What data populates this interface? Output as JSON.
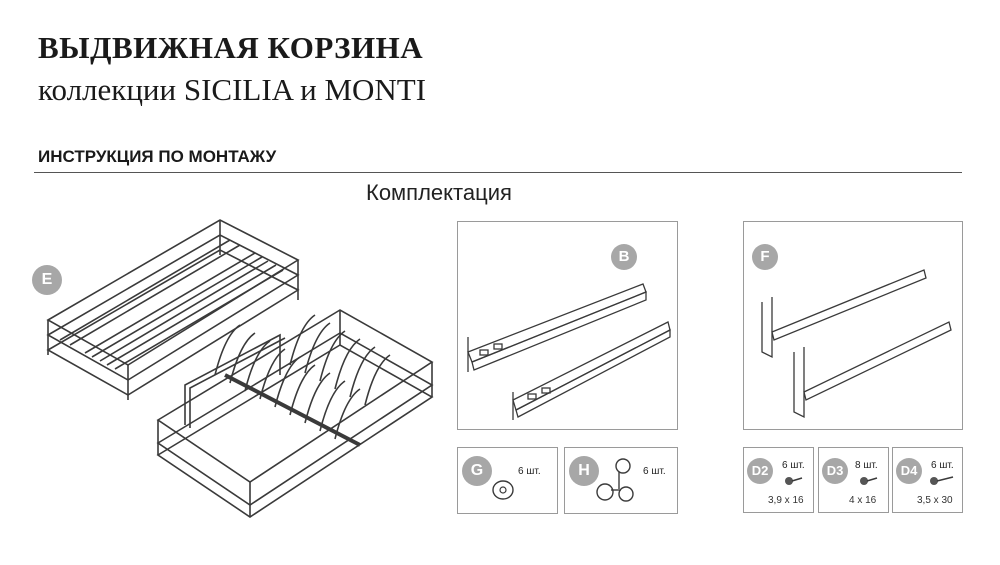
{
  "header": {
    "title": "ВЫДВИЖНАЯ КОРЗИНА",
    "subtitle": "коллекции SICILIA и MONTI",
    "section": "ИНСТРУКЦИЯ ПО МОНТАЖУ",
    "kit_heading": "Комплектация"
  },
  "parts": {
    "E": {
      "label": "E"
    },
    "B": {
      "label": "B"
    },
    "F": {
      "label": "F"
    },
    "G": {
      "label": "G",
      "qty": "6 шт."
    },
    "H": {
      "label": "H",
      "qty": "6 шт."
    },
    "D2": {
      "label": "D2",
      "qty": "6 шт.",
      "size": "3,9 x 16"
    },
    "D3": {
      "label": "D3",
      "qty": "8 шт.",
      "size": "4 x 16"
    },
    "D4": {
      "label": "D4",
      "qty": "6 шт.",
      "size": "3,5 x 30"
    }
  },
  "colors": {
    "badge": "#a7a7a7",
    "line": "#3a3a3a",
    "border": "#9a9a9a"
  }
}
